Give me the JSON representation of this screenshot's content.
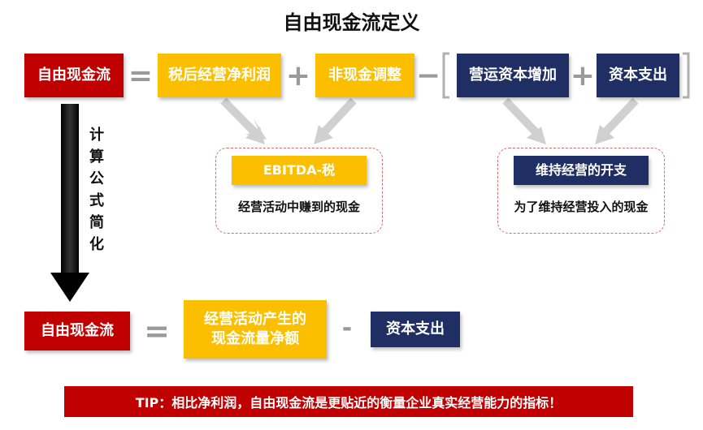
{
  "title": "自由现金流定义",
  "row1": {
    "fcf": "自由现金流",
    "eq": "=",
    "after_tax_profit": "税后经营净利润",
    "plus1": "+",
    "non_cash_adj": "非现金调整",
    "minus": "−",
    "bracket_open": "[",
    "working_capital_increase": "营运资本增加",
    "plus2": "+",
    "capex": "资本支出",
    "bracket_close": "]"
  },
  "left_group": {
    "badge": "EBITDA-税",
    "caption": "经营活动中赚到的现金"
  },
  "right_group": {
    "badge": "维持经营的开支",
    "caption": "为了维持经营投入的现金"
  },
  "side_label": "计算公式简化",
  "row2": {
    "fcf": "自由现金流",
    "eq": "=",
    "op_cash_flow_line1": "经营活动产生的",
    "op_cash_flow_line2": "现金流量净额",
    "minus": "-",
    "capex": "资本支出"
  },
  "tip": "TIP：相比净利润，自由现金流是更贴近的衡量企业真实经营能力的指标！",
  "colors": {
    "red": "#c00000",
    "gold": "#fbbf00",
    "navy": "#1f2f63",
    "gray_operator": "#9a9a9a",
    "dashed_border": "#d86a6a"
  }
}
